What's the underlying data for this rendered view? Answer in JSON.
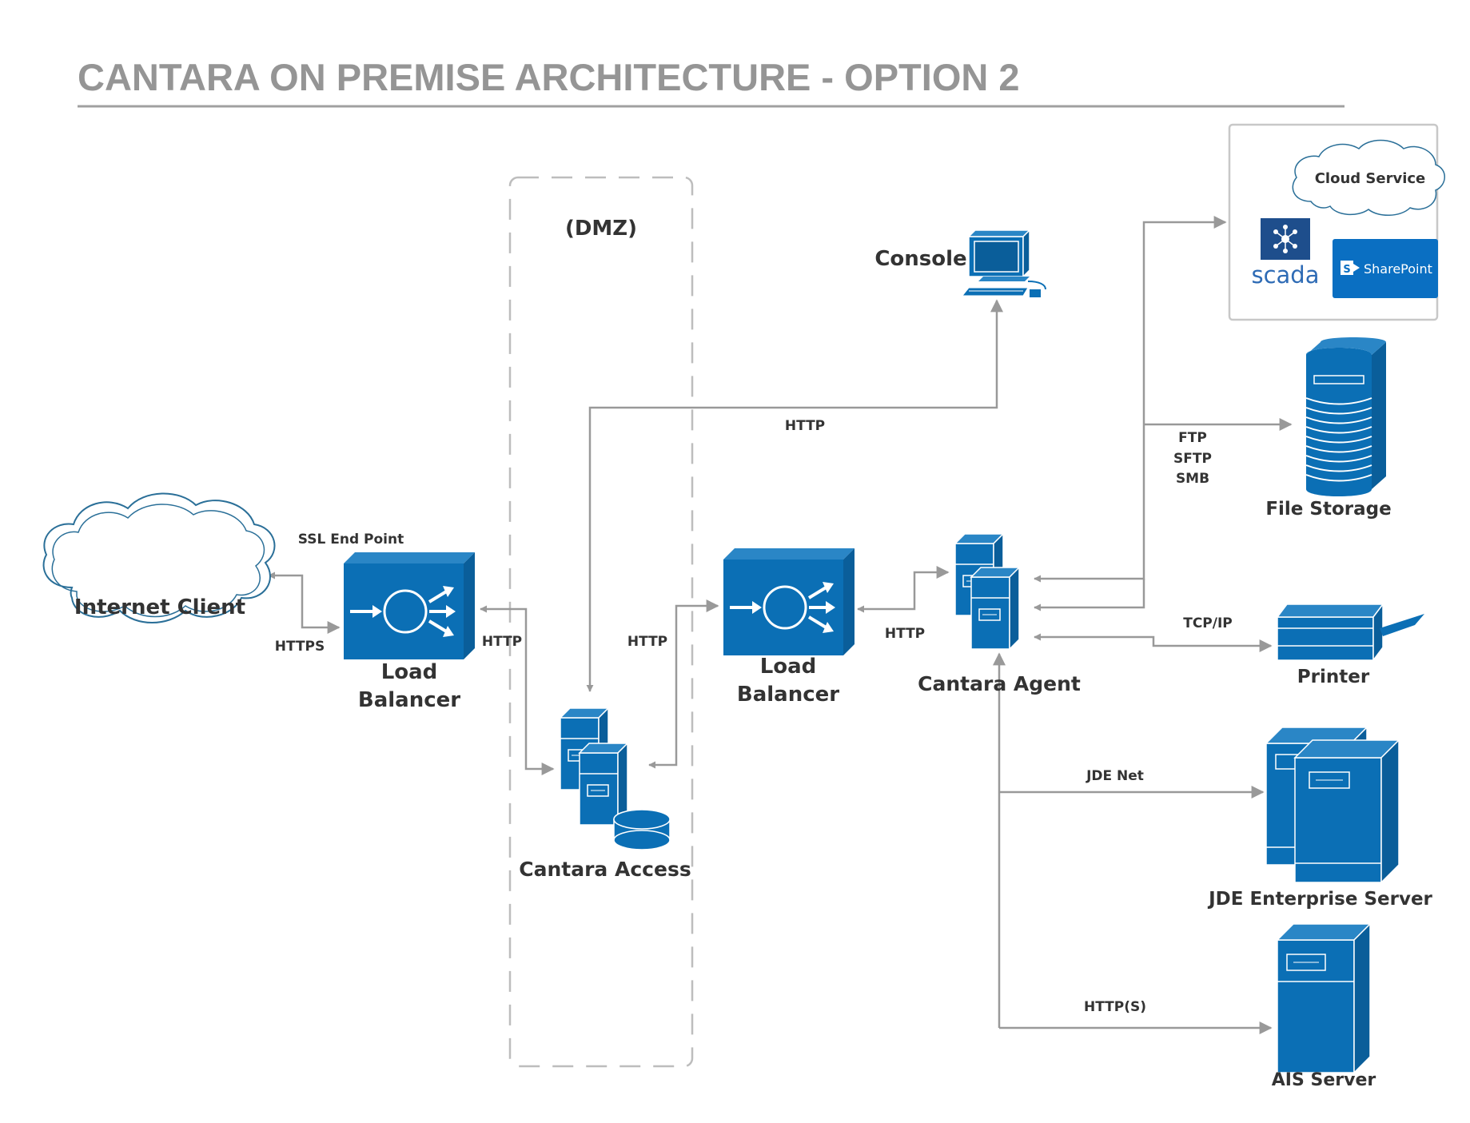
{
  "title": "CANTARA ON PREMISE ARCHITECTURE - OPTION 2",
  "zone": {
    "label": "(DMZ)"
  },
  "nodes": {
    "internet_client": "Internet Client",
    "load_balancer_1": [
      "Load",
      "Balancer"
    ],
    "load_balancer_2": [
      "Load",
      "Balancer"
    ],
    "cantara_access": "Cantara Access",
    "cantara_agent": "Cantara Agent",
    "console": "Console",
    "cloud_service": "Cloud Service",
    "scada": "scada",
    "sharepoint": "SharePoint",
    "file_storage": "File Storage",
    "printer": "Printer",
    "jde_enterprise_server": "JDE Enterprise Server",
    "ais_server": "AIS Server"
  },
  "annotations": {
    "ssl_end_point": "SSL End Point"
  },
  "connections": {
    "client_lb": "HTTPS",
    "lb_access": "HTTP",
    "access_lb2": "HTTP",
    "access_console": "HTTP",
    "lb2_agent": "HTTP",
    "agent_file_storage": [
      "FTP",
      "SFTP",
      "SMB"
    ],
    "agent_printer": "TCP/IP",
    "agent_jde": "JDE Net",
    "agent_ais": "HTTP(S)"
  },
  "colors": {
    "device_blue": "#0b6fb5",
    "connector_gray": "#999999",
    "title_gray": "#959595",
    "cloud_outline": "#2a6f98"
  }
}
